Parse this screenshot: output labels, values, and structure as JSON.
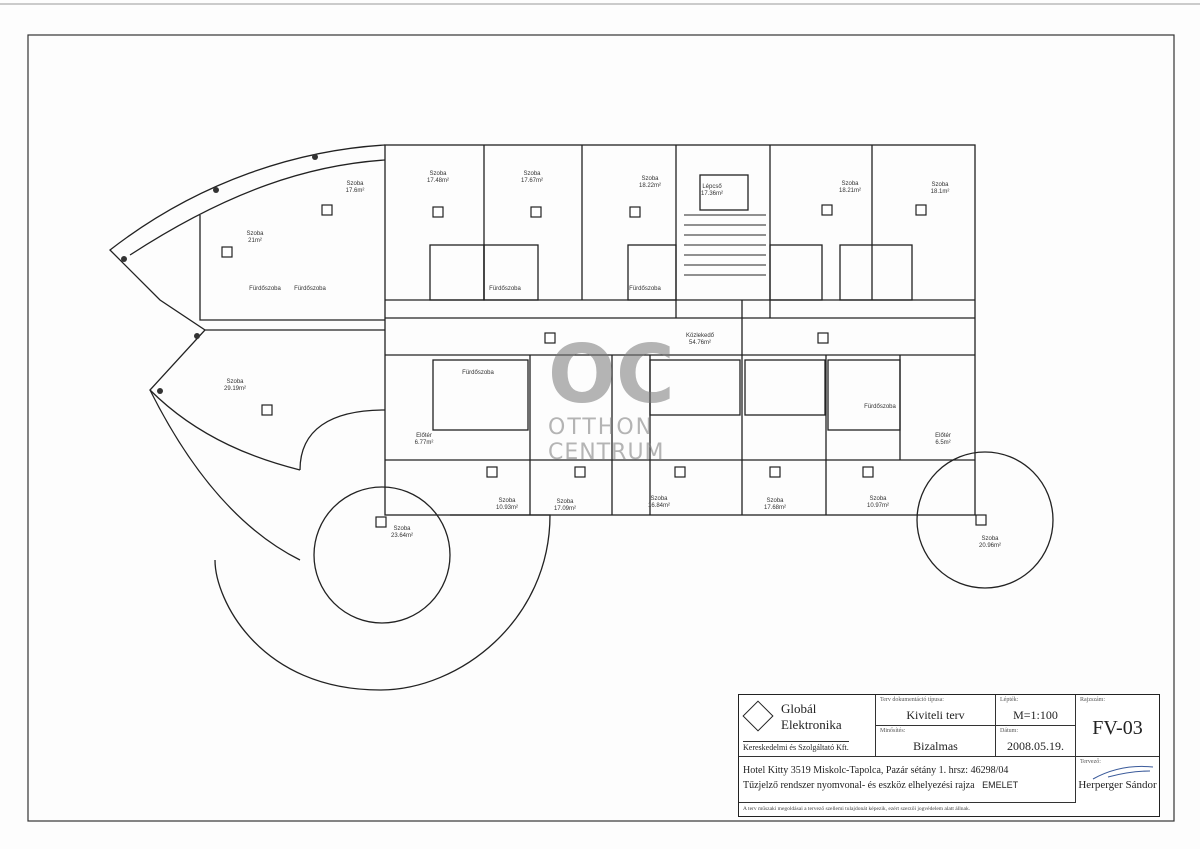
{
  "plan": {
    "rooms": [
      {
        "name": "Szoba",
        "area": "17.6m²"
      },
      {
        "name": "Szoba",
        "area": "21m²"
      },
      {
        "name": "Szoba",
        "area": "17.48m²"
      },
      {
        "name": "Szoba",
        "area": "17.67m²"
      },
      {
        "name": "Szoba",
        "area": "18.22m²"
      },
      {
        "name": "Lépcső",
        "area": "17.36m²"
      },
      {
        "name": "Szoba",
        "area": "18.21m²"
      },
      {
        "name": "Szoba",
        "area": "18.1m²"
      },
      {
        "name": "Közlekedő",
        "area": "54.76m²"
      },
      {
        "name": "Szoba",
        "area": "29.19m²"
      },
      {
        "name": "Előtér",
        "area": "6.77m²"
      },
      {
        "name": "Előtér",
        "area": "6.5m²"
      },
      {
        "name": "Szoba",
        "area": "10.93m²"
      },
      {
        "name": "Szoba",
        "area": "17.09m²"
      },
      {
        "name": "Szoba",
        "area": "16.84m²"
      },
      {
        "name": "Szoba",
        "area": "17.68m²"
      },
      {
        "name": "Szoba",
        "area": "10.97m²"
      },
      {
        "name": "Szoba",
        "area": "23.64m²"
      },
      {
        "name": "Szoba",
        "area": "20.96m²"
      }
    ],
    "bathroom_label": "Fürdőszoba"
  },
  "watermark": {
    "logo": "OC",
    "line1": "OTTHON",
    "line2": "CENTRUM"
  },
  "title_block": {
    "company_name_1": "Globál",
    "company_name_2": "Elektronika",
    "company_sub": "Kereskedelmi és Szolgáltató Kft.",
    "doc_type_label": "Terv dokumentáció típusa:",
    "doc_type": "Kiviteli terv",
    "scale_label": "Lépték:",
    "scale": "M=1:100",
    "drawing_no_label": "Rajzszám:",
    "drawing_no": "FV-03",
    "classification_label": "Minősítés:",
    "classification": "Bizalmas",
    "date_label": "Dátum:",
    "date": "2008.05.19.",
    "project_line1": "Hotel Kitty 3519 Miskolc-Tapolca, Pazár sétány 1. hrsz: 46298/04",
    "project_line2": "Tűzjelző rendszer nyomvonal- és eszköz elhelyezési rajza",
    "floor": "EMELET",
    "designer_label": "Tervező:",
    "designer": "Herperger Sándor",
    "footer": "A terv műszaki megoldásai a tervező szellemi tulajdonát képezik, ezért szerzői jogvédelem alatt állnak."
  }
}
